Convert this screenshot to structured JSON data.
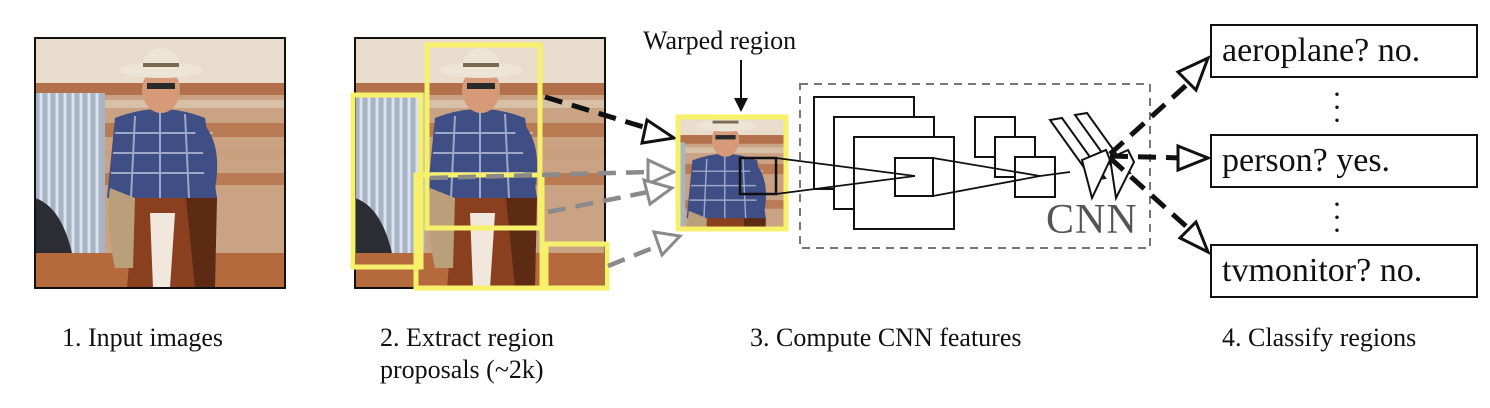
{
  "steps": [
    {
      "caption": "1. Input images"
    },
    {
      "caption": "2. Extract region\nproposals (~2k)"
    },
    {
      "caption": "3. Compute CNN features"
    },
    {
      "caption": "4. Classify regions"
    }
  ],
  "warped_label": "Warped region",
  "cnn_label": "CNN",
  "classes": [
    {
      "text": "aeroplane? no."
    },
    {
      "text": "person? yes."
    },
    {
      "text": "tvmonitor? no."
    }
  ],
  "colors": {
    "proposal_box": "#f7f06a",
    "ink": "#111111",
    "gray_arrow": "#8a8a8a",
    "cnn_dash": "#777777"
  }
}
